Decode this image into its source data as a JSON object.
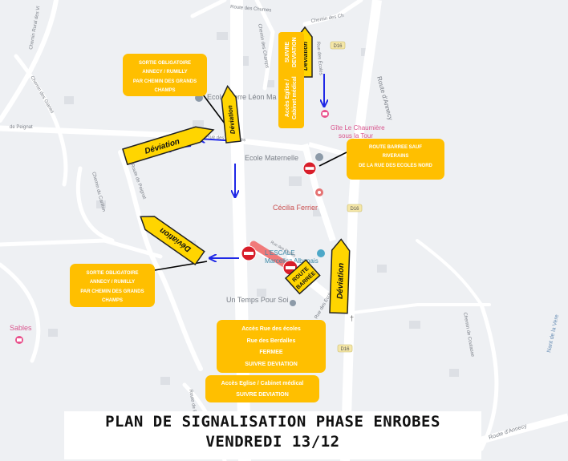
{
  "footer": {
    "line1": "PLAN DE SIGNALISATION PHASE ENROBES",
    "line2": "VENDREDI 13/12"
  },
  "colors": {
    "callout": "#FFBF00",
    "arrow_sign": "#FFD500",
    "blue_arrow": "#1F28E6",
    "no_entry": "#D81E2A",
    "closed_road": "#F07A7A",
    "road": "#FFFFFF",
    "map_bg": "#EEF0F3"
  },
  "callouts": {
    "top_left": [
      "SORTIE OBLIGATOIRE",
      "ANNECY / RUMILLY",
      "PAR CHEMIN DES GRANDS",
      "CHAMPS"
    ],
    "mid_left": [
      "SORTIE OBLIGATOIRE",
      "ANNECY / RUMILLY",
      "PAR CHEMIN DES GRANDS",
      "CHAMPS"
    ],
    "right": [
      "ROUTE BARREE SAUF",
      "RIVERAINS",
      "DE LA RUE DES ECOLES NORD"
    ],
    "bottom_main": [
      "Accès Rue des écoles",
      "Rue des Berdalles",
      "FERMEE",
      "SUIVRE DEVIATION"
    ],
    "bottom_small": [
      "Accès Eglise / Cabinet médical",
      "SUIVRE DEVIATION"
    ],
    "vertical_top": [
      "Accès Eglise / Cabinet médical",
      "SUIVRE DEVIATION"
    ]
  },
  "signs": {
    "deviation": "Déviation",
    "route_barree": "ROUTE BARREE"
  },
  "labels": {
    "ecole": "Ecole Pierre Léon Ma",
    "maternelle": "Ecole Maternelle",
    "cecilia": "Cécilia Ferrier",
    "escale1": "L'ESCALE",
    "escale2": "Marcellaz Albanais",
    "temps": "Un Temps Pour Soi",
    "gite1": "Gîte Le Chaumière",
    "gite2": "sous la Tour",
    "sables": "Sables",
    "route_annecy": "Route d'Annecy",
    "route_annecy2": "Route d'Annecy",
    "d16a": "D16",
    "d16b": "D16",
    "d16c": "D16",
    "chemin_rural": "Chemin Rural des Vi",
    "chemin_gianes": "Chemin des Gianes",
    "peignat": "de Peignat",
    "route_peignat": "Route de Peignat",
    "chemin_carillon": "Chemin du Carillon",
    "chemin_des_ch": "Chemin des Ch",
    "rue_des_ecoles": "Rue des Écoles",
    "rue_ecoles_small": "Rue des Ecoles",
    "rue_ber": "Rue des Berdalles",
    "chemin_coutasse": "Chemin de Coutasse",
    "nant": "Nant de la Vere",
    "route_b": "Route de B",
    "rue_chumes": "Route des Chumes",
    "che_champs": "Chemin des Champs",
    "rue_ecoles_mid": "Rue des Ecoles"
  }
}
